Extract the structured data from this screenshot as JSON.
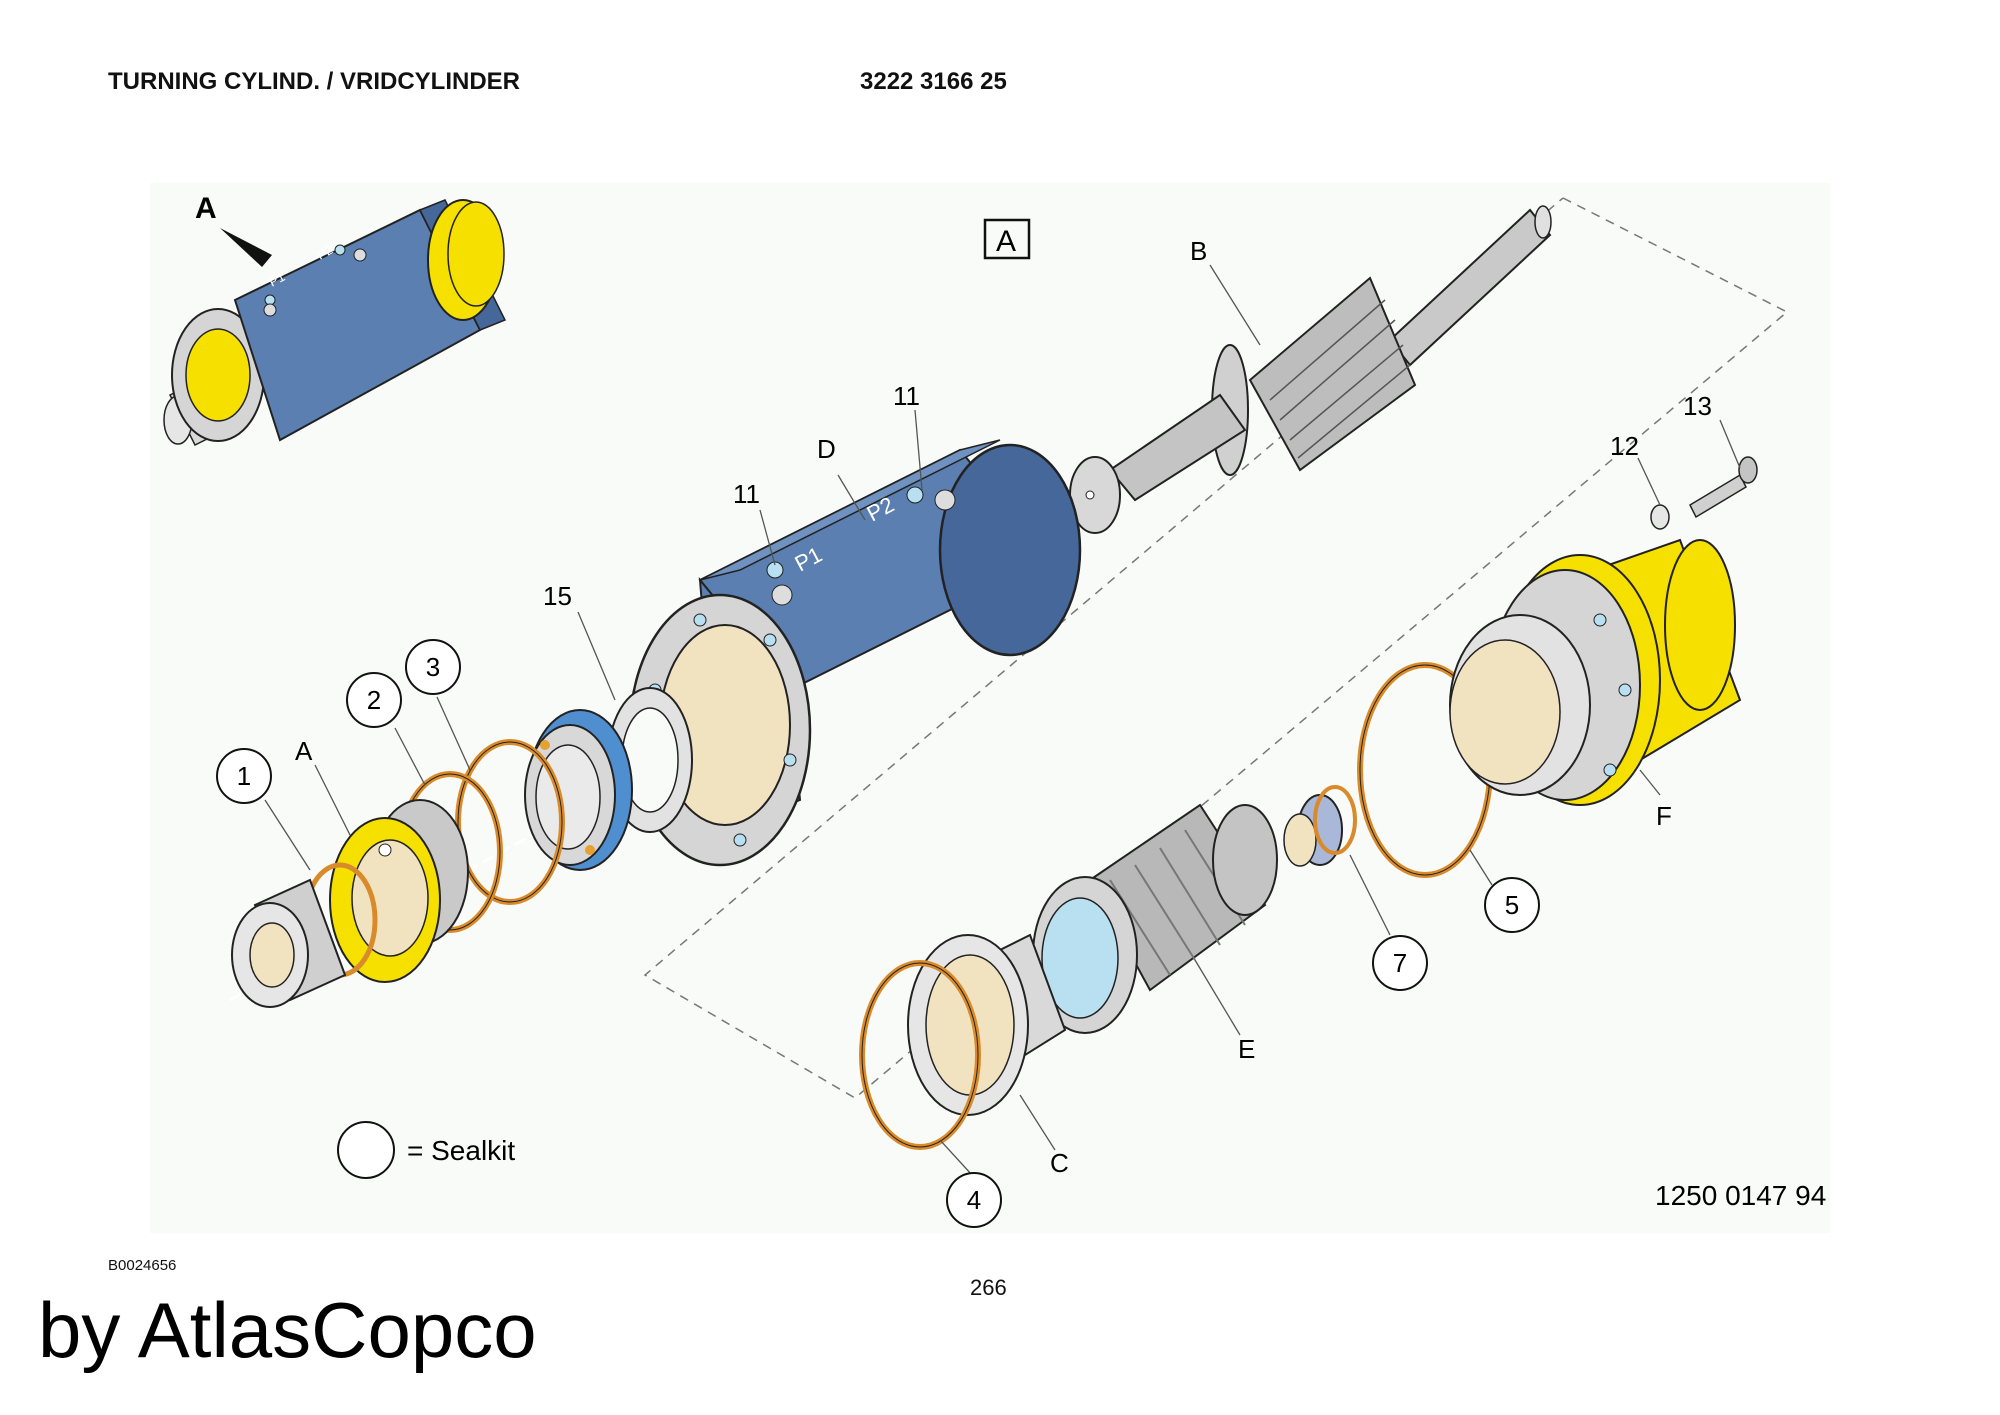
{
  "header": {
    "title": "TURNING CYLIND. / VRIDCYLINDER",
    "part_number": "3222 3166 25"
  },
  "diagram": {
    "view_marker": "A",
    "view_box_label": "A",
    "drawing_number": "1250 0147 94",
    "legend_text": "= Sealkit",
    "circled_labels": [
      "1",
      "2",
      "3",
      "4",
      "5",
      "7"
    ],
    "letter_labels": [
      "A",
      "B",
      "C",
      "D",
      "E",
      "F"
    ],
    "number_labels": [
      "11",
      "11",
      "12",
      "13",
      "15"
    ],
    "port_labels": [
      "P1",
      "P2"
    ]
  },
  "footer": {
    "image_code": "B0024656",
    "page_number": "266",
    "brand": "by AtlasCopco"
  },
  "colors": {
    "housing_blue": "#5b7fb0",
    "housing_dark": "#46679a",
    "yellow": "#f5e000",
    "seal_orange": "#d98a2a",
    "metal_grey": "#c9c9c9",
    "bronze": "#f2e3c0",
    "bearing_blue": "#4f8fd0"
  }
}
